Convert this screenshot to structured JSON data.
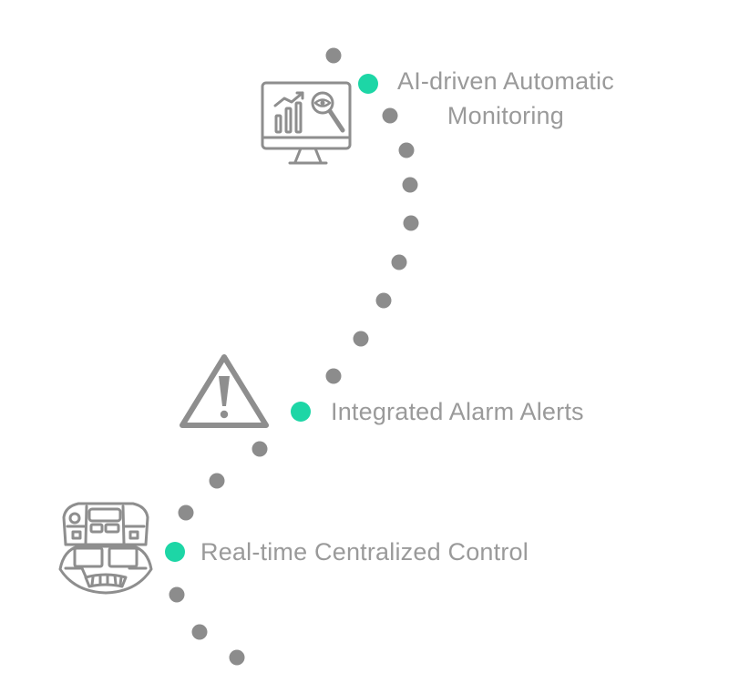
{
  "features": [
    {
      "id": "monitoring",
      "title_line1": "AI-driven Automatic",
      "title_line2": "Monitoring",
      "icon": "monitor-analytics-icon"
    },
    {
      "id": "alarm",
      "title": "Integrated Alarm Alerts",
      "icon": "warning-triangle-icon"
    },
    {
      "id": "control",
      "title": "Real-time Centralized Control",
      "icon": "control-console-icon"
    }
  ],
  "colors": {
    "path_dot": "#8c8c8c",
    "milestone_dot": "#1dd6a6",
    "label_text": "#9a9a9a",
    "icon_stroke": "#8e8e8e"
  }
}
